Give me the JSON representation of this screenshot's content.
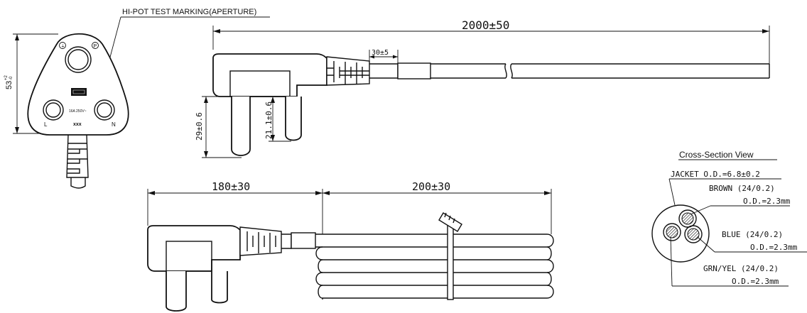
{
  "labels": {
    "hipot": "HI-POT TEST MARKING(APERTURE)",
    "total_length": "2000±50",
    "strip_length": "30±5",
    "dim_53": "53",
    "dim_53_tol_plus": "+2",
    "dim_53_tol_minus": "-0",
    "dim_29": "29±0.6",
    "dim_21": "21.1±0.6",
    "dim_180": "180±30",
    "dim_200": "200±30",
    "plug_earth": "⏚",
    "plug_p": "P",
    "plug_l": "L",
    "plug_n": "N",
    "plug_rating": "16A 250V~",
    "plug_xxx": "xxx"
  },
  "cross_section": {
    "title": "Cross-Section View",
    "jacket": "JACKET  O.D.=6.8±0.2",
    "brown": "BROWN (24/0.2)",
    "brown_od": "O.D.=2.3mm",
    "blue": "BLUE (24/0.2)",
    "blue_od": "O.D.=2.3mm",
    "gy": "GRN/YEL (24/0.2)",
    "gy_od": "O.D.=2.3mm"
  }
}
